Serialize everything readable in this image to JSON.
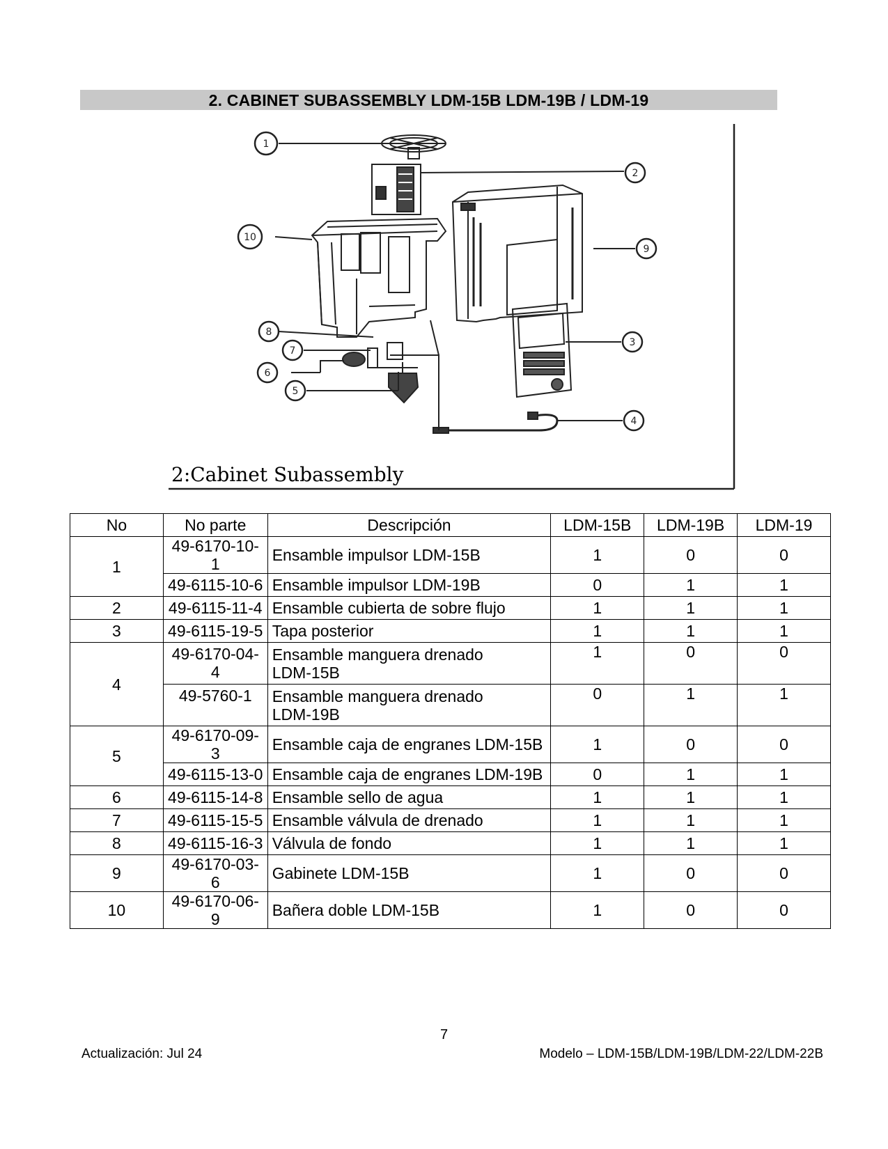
{
  "section": {
    "title": "2. CABINET SUBASSEMBLY LDM-15B LDM-19B / LDM-19"
  },
  "figure": {
    "caption": "2:Cabinet Subassembly",
    "callouts": [
      "1",
      "2",
      "3",
      "4",
      "5",
      "6",
      "7",
      "8",
      "9",
      "10"
    ]
  },
  "table": {
    "headers": [
      "No",
      "No parte",
      "Descripción",
      "LDM-15B",
      "LDM-19B",
      "LDM-19"
    ],
    "rows": [
      {
        "no": "1",
        "part": "49-6170-10-1",
        "desc": "Ensamble impulsor LDM-15B",
        "a": "1",
        "b": "0",
        "c": "0"
      },
      {
        "no": "",
        "part": "49-6115-10-6",
        "desc": "Ensamble impulsor LDM-19B",
        "a": "0",
        "b": "1",
        "c": "1"
      },
      {
        "no": "2",
        "part": "49-6115-11-4",
        "desc": "Ensamble cubierta de sobre flujo",
        "a": "1",
        "b": "1",
        "c": "1"
      },
      {
        "no": "3",
        "part": "49-6115-19-5",
        "desc": "Tapa posterior",
        "a": "1",
        "b": "1",
        "c": "1"
      },
      {
        "no": "4",
        "part": "49-6170-04-4",
        "desc": "Ensamble manguera drenado LDM-15B",
        "a": "1",
        "b": "0",
        "c": "0"
      },
      {
        "no": "",
        "part": "49-5760-1",
        "desc": "Ensamble manguera drenado LDM-19B",
        "a": "0",
        "b": "1",
        "c": "1"
      },
      {
        "no": "5",
        "part": "49-6170-09-3",
        "desc": "Ensamble caja de engranes LDM-15B",
        "a": "1",
        "b": "0",
        "c": "0"
      },
      {
        "no": "",
        "part": "49-6115-13-0",
        "desc": "Ensamble caja de engranes LDM-19B",
        "a": "0",
        "b": "1",
        "c": "1"
      },
      {
        "no": "6",
        "part": "49-6115-14-8",
        "desc": "Ensamble sello de agua",
        "a": "1",
        "b": "1",
        "c": "1"
      },
      {
        "no": "7",
        "part": "49-6115-15-5",
        "desc": "Ensamble válvula de drenado",
        "a": "1",
        "b": "1",
        "c": "1"
      },
      {
        "no": "8",
        "part": "49-6115-16-3",
        "desc": "Válvula de fondo",
        "a": "1",
        "b": "1",
        "c": "1"
      },
      {
        "no": "9",
        "part": "49-6170-03-6",
        "desc": "Gabinete LDM-15B",
        "a": "1",
        "b": "0",
        "c": "0"
      },
      {
        "no": "10",
        "part": "49-6170-06-9",
        "desc": "Bañera doble LDM-15B",
        "a": "1",
        "b": "0",
        "c": "0"
      }
    ]
  },
  "footer": {
    "page_number": "7",
    "updated": "Actualización: Jul 24",
    "model": "Modelo – LDM-15B/LDM-19B/LDM-22/LDM-22B"
  }
}
